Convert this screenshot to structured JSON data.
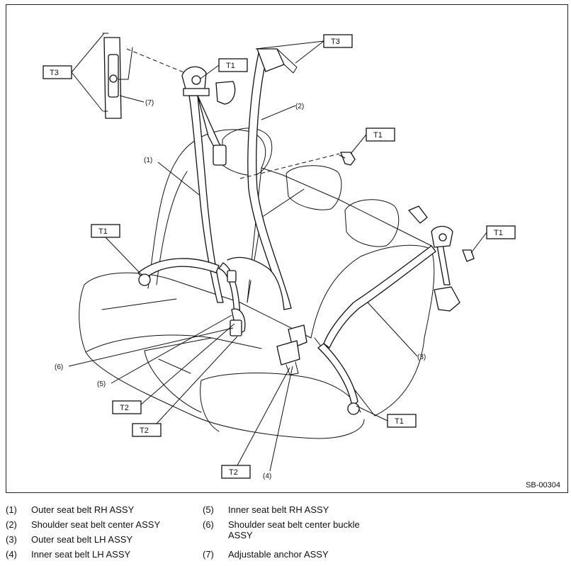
{
  "figure_id": "SB-00304",
  "callouts": {
    "t3_top_left": "T3",
    "t3_top_right": "T3",
    "t1_shoulder_anchor": "T1",
    "t1_center_bolt": "T1",
    "t1_right_bolt": "T1",
    "t1_left_floor": "T1",
    "t1_right_floor": "T1",
    "t2_upper": "T2",
    "t2_lower": "T2",
    "t2_center": "T2"
  },
  "part_numbers": {
    "n1": "(1)",
    "n2": "(2)",
    "n3": "(3)",
    "n4": "(4)",
    "n5": "(5)",
    "n6": "(6)",
    "n7": "(7)"
  },
  "legend": [
    {
      "num": "(1)",
      "text": "Outer seat belt RH ASSY"
    },
    {
      "num": "(2)",
      "text": "Shoulder seat belt center ASSY"
    },
    {
      "num": "(3)",
      "text": "Outer seat belt LH ASSY"
    },
    {
      "num": "(4)",
      "text": "Inner seat belt LH ASSY"
    },
    {
      "num": "(5)",
      "text": "Inner seat belt RH ASSY"
    },
    {
      "num": "(6)",
      "text": "Shoulder seat belt center buckle ASSY"
    },
    {
      "num": "(7)",
      "text": "Adjustable anchor ASSY"
    }
  ]
}
